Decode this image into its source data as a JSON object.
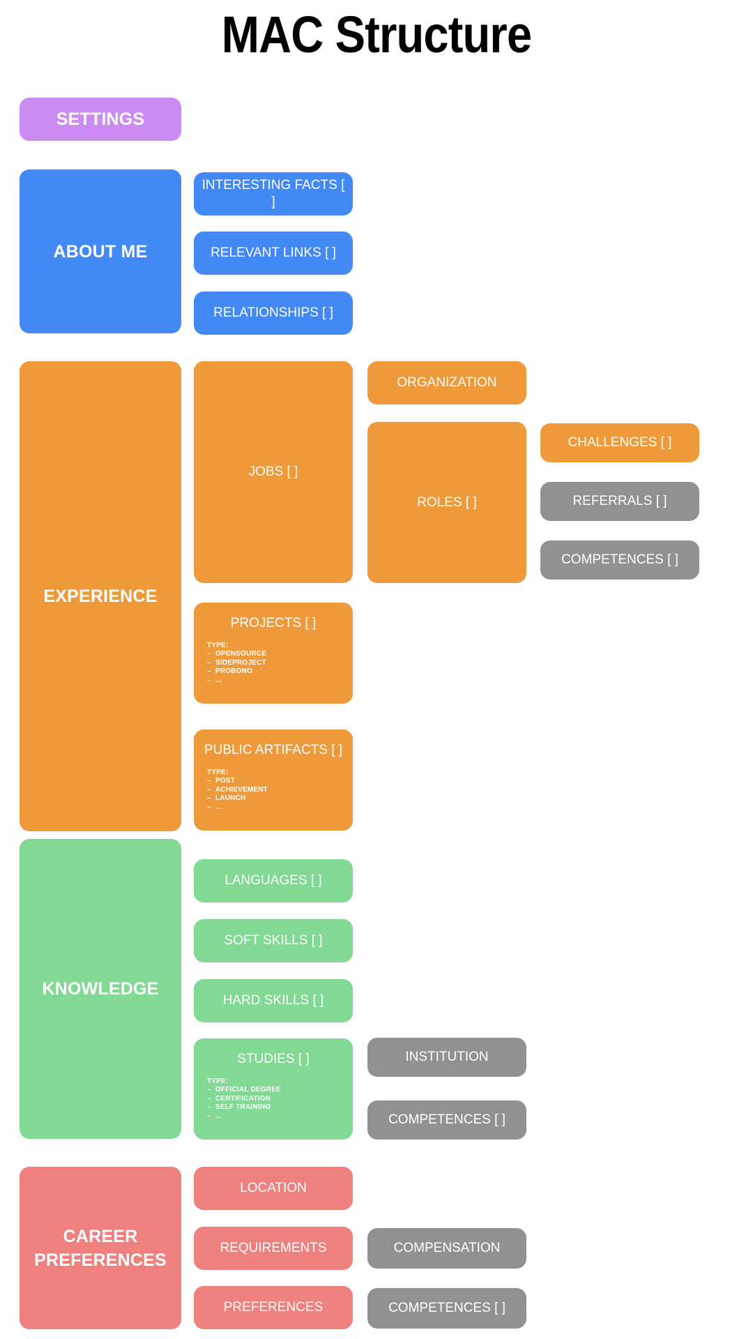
{
  "page": {
    "title": "MAC Structure",
    "background": "#ffffff"
  },
  "colors": {
    "purple": "#cc8bf2",
    "blue": "#4289f5",
    "orange": "#ee9a3a",
    "green": "#81d994",
    "salmon": "#ee817e",
    "gray": "#919191",
    "text": "#ffffff",
    "title": "#000000"
  },
  "sections": {
    "settings": {
      "label": "SETTINGS"
    },
    "about_me": {
      "label": "ABOUT ME",
      "children": [
        {
          "label": "INTERESTING FACTS [ ]"
        },
        {
          "label": "RELEVANT LINKS [ ]"
        },
        {
          "label": "RELATIONSHIPS [ ]"
        }
      ]
    },
    "experience": {
      "label": "EXPERIENCE",
      "jobs": {
        "label": "JOBS [ ]"
      },
      "organization": {
        "label": "ORGANIZATION"
      },
      "roles": {
        "label": "ROLES [ ]"
      },
      "challenges": {
        "label": "CHALLENGES [ ]"
      },
      "referrals": {
        "label": "REFERRALS [ ]"
      },
      "competences": {
        "label": "COMPETENCES [ ]"
      },
      "projects": {
        "label": "PROJECTS [ ]",
        "type_label": "TYPE:",
        "types": [
          "OPENSOURCE",
          "SIDEPROJECT",
          "PROBONO",
          "..."
        ]
      },
      "public_artifacts": {
        "label": "PUBLIC ARTIFACTS [ ]",
        "type_label": "TYPE:",
        "types": [
          "POST",
          "ACHIEVEMENT",
          "LAUNCH",
          "..."
        ]
      }
    },
    "knowledge": {
      "label": "KNOWLEDGE",
      "languages": {
        "label": "LANGUAGES [ ]"
      },
      "soft_skills": {
        "label": "SOFT SKILLS [ ]"
      },
      "hard_skills": {
        "label": "HARD SKILLS [ ]"
      },
      "studies": {
        "label": "STUDIES [ ]",
        "type_label": "TYPE:",
        "types": [
          "OFFICIAL DEGREE",
          "CERTIFICATION",
          "SELF TRAINING",
          "..."
        ]
      },
      "institution": {
        "label": "INSTITUTION"
      },
      "competences": {
        "label": "COMPETENCES [ ]"
      }
    },
    "career_preferences": {
      "label": "CAREER\nPREFERENCES",
      "line1": "CAREER",
      "line2": "PREFERENCES",
      "location": {
        "label": "LOCATION"
      },
      "requirements": {
        "label": "REQUIREMENTS"
      },
      "preferences": {
        "label": "PREFERENCES"
      },
      "compensation": {
        "label": "COMPENSATION"
      },
      "competences": {
        "label": "COMPETENCES [ ]"
      }
    }
  }
}
